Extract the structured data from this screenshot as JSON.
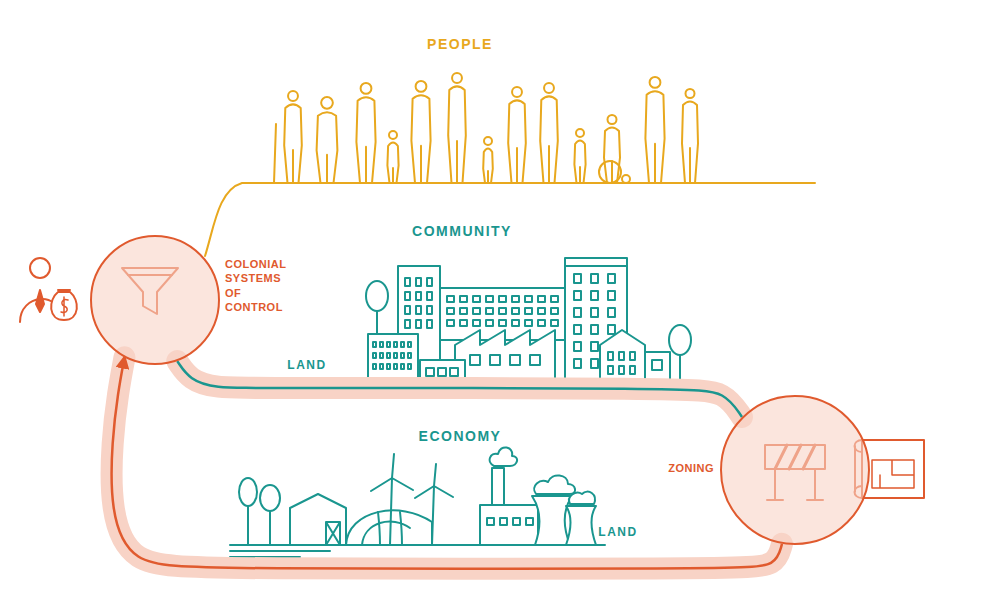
{
  "diagram": {
    "nodes": [
      {
        "text": [
          "COLONIAL SYSTEMS OF CONTROL"
        ]
      },
      {
        "text": [
          "ZONING"
        ]
      }
    ],
    "edges": [
      {
        "from": 0,
        "to": 1,
        "arrow": "none"
      },
      {
        "from": 1,
        "to": 0,
        "arrow": "to"
      }
    ],
    "labels": [
      "PEOPLE",
      "COMMUNITY",
      "LAND",
      "ECONOMY",
      "LAND"
    ]
  }
}
